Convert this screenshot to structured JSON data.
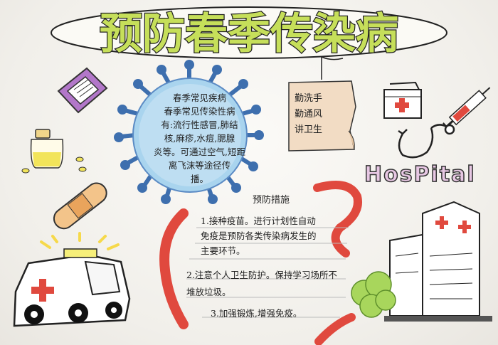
{
  "title": "预防春季传染病",
  "virus": {
    "text": "春季常见疾病\n春季常见传染性病\n有:流行性感冒,肺结\n核,麻疹,水痘,腮腺\n炎等。可通过空气,短距\n离飞沫等途径传\n播。"
  },
  "note": {
    "text": "勤洗手\n  勤通风\n讲卫生"
  },
  "hospital_sign": "HosPital",
  "measures": {
    "title": "预防措施",
    "item1": "1.接种疫苗。进行计划性自动\n免疫是预防各类传染病发生的\n主要环节。",
    "item2": "2.注意个人卫生防护。保持学习场所不\n堆放垃圾。",
    "item3": "3.加强锻炼,增强免疫。"
  },
  "colors": {
    "title_fill": "#c6df5a",
    "virus_fill": "#a9d4ee",
    "virus_spikes": "#3e6fae",
    "ribbon_red": "#e0493e",
    "note_paper": "#f2dcc4",
    "hospital_letters": "#e7c7e3",
    "bush_green": "#a8d65c",
    "bandage": "#f3c48a"
  }
}
